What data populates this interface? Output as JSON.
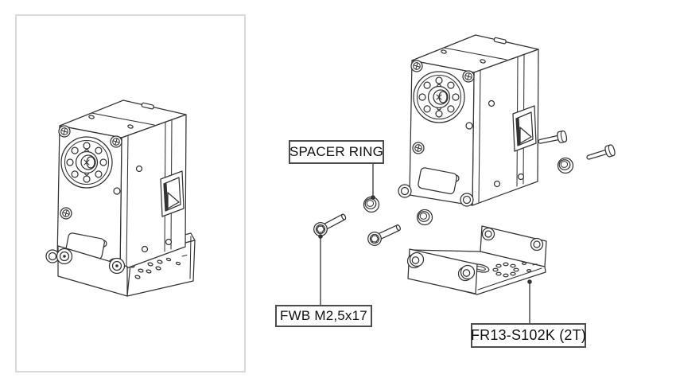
{
  "colors": {
    "background": "#ffffff",
    "line": "#333333",
    "label_border": "#4d4d4d",
    "label_text": "#111111",
    "panel_border": "#d9d9d9"
  },
  "callouts": {
    "spacer_ring": "SPACER RING",
    "bolt": "FWB M2,5x17",
    "frame": "FR13-S102K (2T)"
  }
}
